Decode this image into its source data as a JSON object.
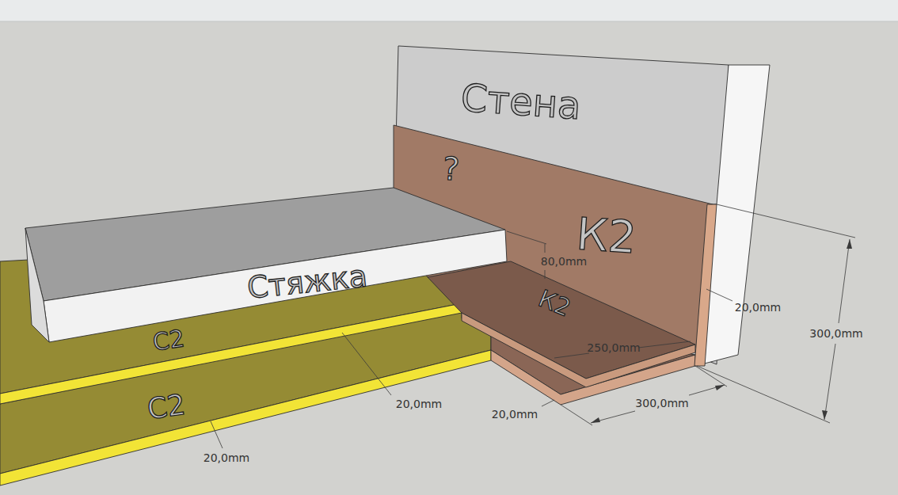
{
  "diagram": {
    "labels": [
      "Стена",
      "?",
      "К2",
      "80,0mm",
      "Стяжка",
      "К2",
      "20,0mm",
      "300,0mm",
      "250,0mm",
      "С2",
      "20,0mm",
      "20,0mm",
      "300,0mm",
      "С2",
      "20,0mm"
    ]
  }
}
